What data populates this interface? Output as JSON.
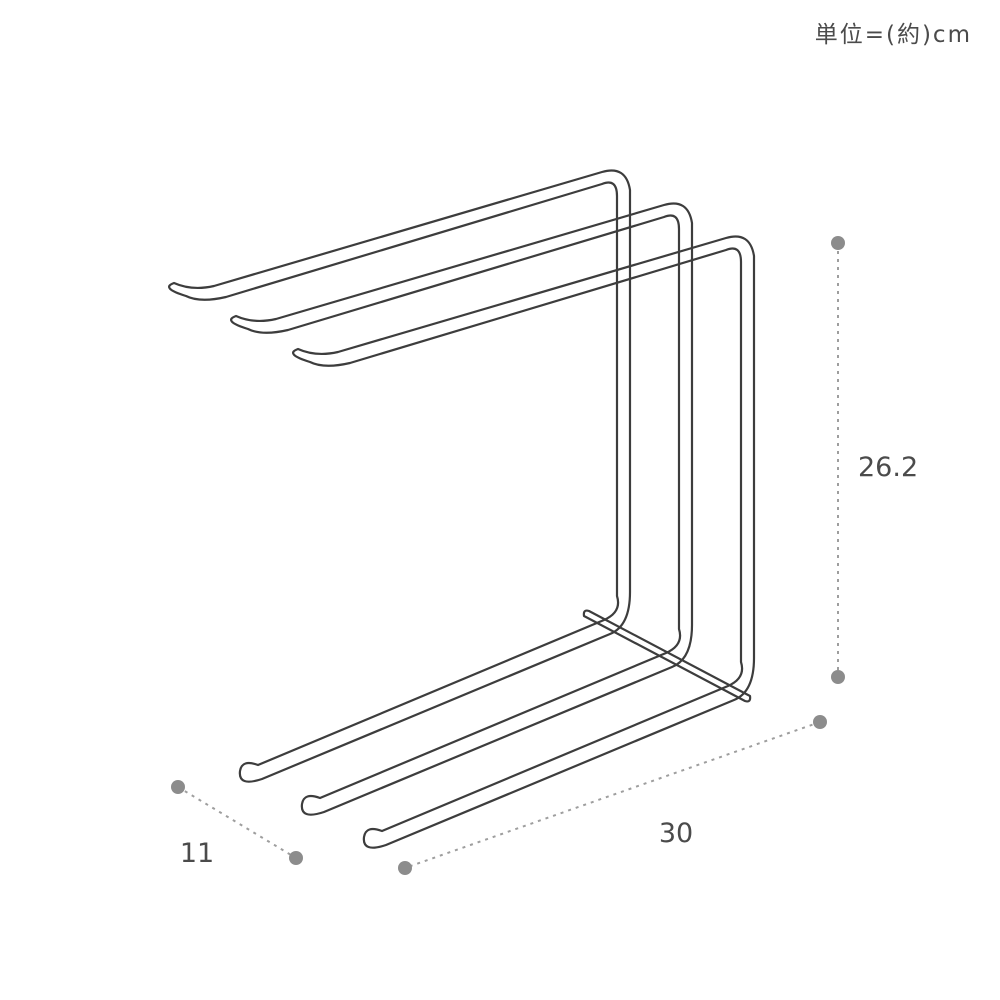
{
  "unit_note": "単位=(約)cm",
  "dimensions": {
    "height": "26.2",
    "width": "30",
    "depth": "11"
  },
  "colors": {
    "background": "#ffffff",
    "rack_line": "#3d3d3d",
    "dimension_dot": "#8c8c8c",
    "dimension_dash": "#9e9e9e",
    "label_text": "#4b4b4b"
  }
}
